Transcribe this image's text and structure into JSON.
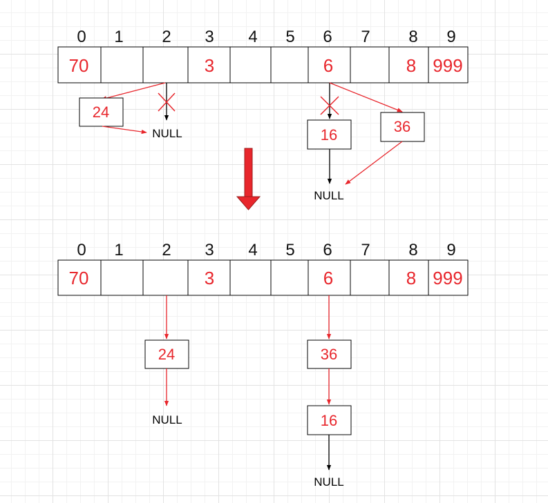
{
  "colors": {
    "accent": "#e8262c",
    "line": "#000000",
    "cell_border": "#000000"
  },
  "before": {
    "indices": [
      "0",
      "1",
      "2",
      "3",
      "4",
      "5",
      "6",
      "7",
      "8",
      "9"
    ],
    "values": [
      "70",
      "",
      "",
      "3",
      "",
      "",
      "6",
      "",
      "8",
      "999"
    ],
    "nodes": [
      "24",
      "16",
      "36"
    ],
    "nulls": [
      "NULL",
      "NULL"
    ]
  },
  "after": {
    "indices": [
      "0",
      "1",
      "2",
      "3",
      "4",
      "5",
      "6",
      "7",
      "8",
      "9"
    ],
    "values": [
      "70",
      "",
      "",
      "3",
      "",
      "",
      "6",
      "",
      "8",
      "999"
    ],
    "nodes": [
      "24",
      "36",
      "16"
    ],
    "nulls": [
      "NULL",
      "NULL"
    ]
  }
}
